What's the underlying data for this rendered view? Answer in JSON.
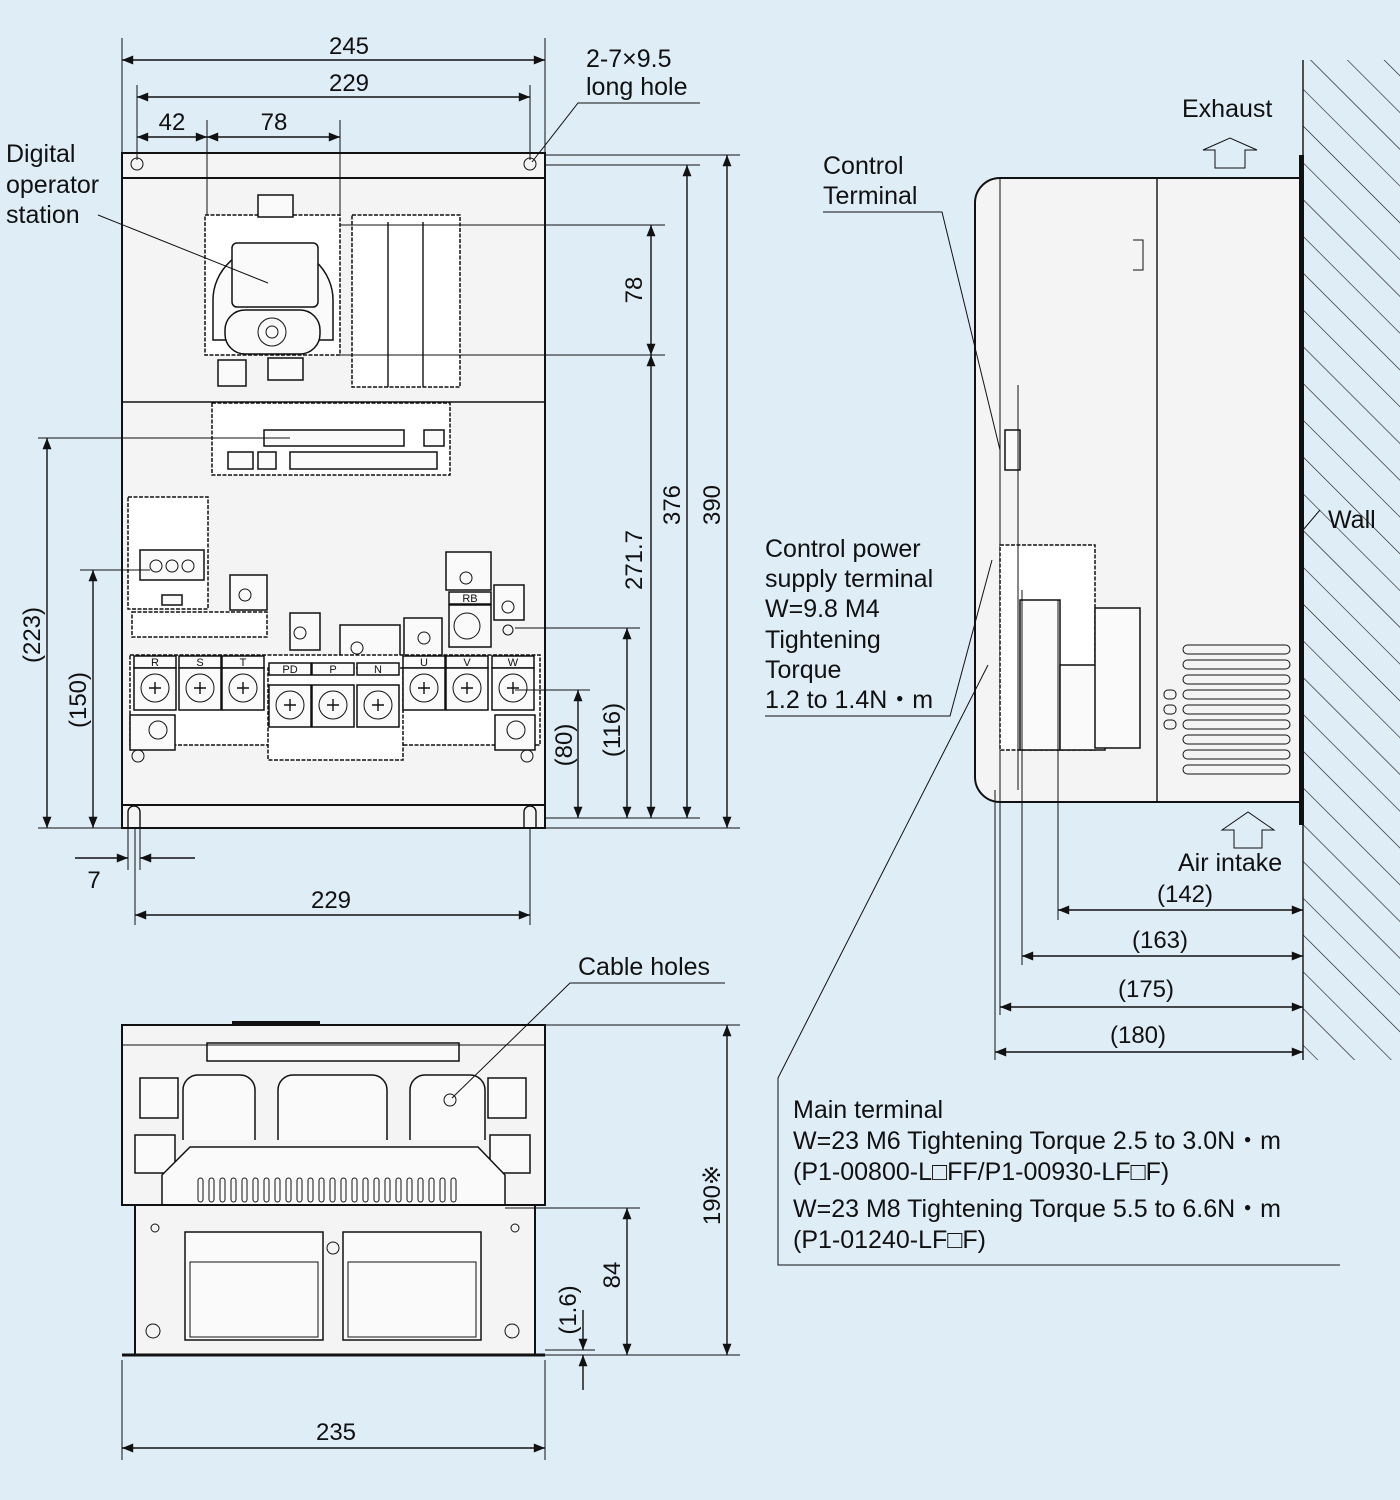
{
  "front_view": {
    "dims": {
      "overall_width": "245",
      "hole_pitch_top": "229",
      "left_offset": "42",
      "operator_width": "78",
      "operator_height": "78",
      "height_271_7": "271.7",
      "height_376": "376",
      "height_390": "390",
      "h_116": "(116)",
      "h_80": "(80)",
      "h_223": "(223)",
      "h_150": "(150)",
      "slot_7": "7",
      "hole_pitch_bottom": "229"
    },
    "labels": {
      "hole_line1": "2-7×9.5",
      "hole_line2": "long hole",
      "operator_line1": "Digital",
      "operator_line2": "operator",
      "operator_line3": "station"
    },
    "terminals": [
      "R",
      "S",
      "T",
      "PD",
      "P",
      "N",
      "U",
      "V",
      "W"
    ],
    "rb_terminal": "RB"
  },
  "side_view": {
    "labels": {
      "exhaust": "Exhaust",
      "control_terminal_1": "Control",
      "control_terminal_2": "Terminal",
      "wall": "Wall",
      "air_intake": "Air intake",
      "cps_1": "Control power",
      "cps_2": "supply terminal",
      "cps_3": "W=9.8 M4",
      "cps_4": "Tightening",
      "cps_5": "Torque",
      "cps_6": "1.2 to 1.4N・m"
    },
    "dims": {
      "d142": "(142)",
      "d163": "(163)",
      "d175": "(175)",
      "d180": "(180)"
    }
  },
  "bottom_view": {
    "labels": {
      "cable_holes": "Cable holes"
    },
    "dims": {
      "height_190": "190※",
      "h84": "84",
      "h1_6": "(1.6)",
      "width_235": "235"
    }
  },
  "main_terminal_note": {
    "title": "Main terminal",
    "line1": "W=23 M6 Tightening Torque 2.5 to 3.0N・m",
    "line2": "(P1-00800-L□FF/P1-00930-LF□F)",
    "line3": "W=23 M8 Tightening Torque 5.5 to 6.6N・m",
    "line4": "(P1-01240-LF□F)"
  }
}
